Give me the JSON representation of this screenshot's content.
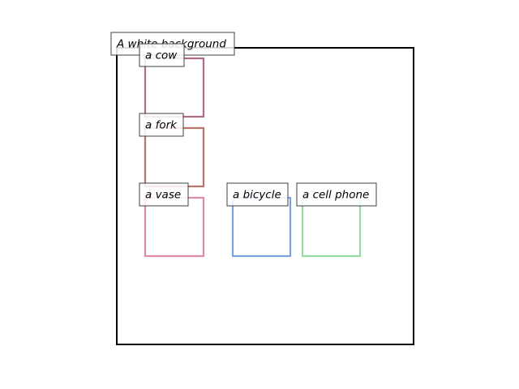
{
  "background_label": "A white background",
  "objects": [
    {
      "label": "a cow",
      "color": "#b06a8e"
    },
    {
      "label": "a fork",
      "color": "#b9746a"
    },
    {
      "label": "a vase",
      "color": "#e08ca0"
    },
    {
      "label": "a bicycle",
      "color": "#7aa3dc"
    },
    {
      "label": "a cell phone",
      "color": "#95dba0"
    }
  ]
}
